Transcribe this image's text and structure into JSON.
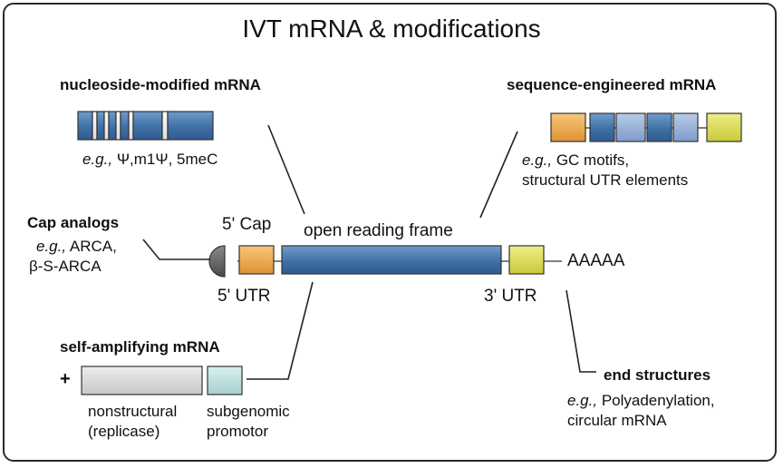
{
  "title": "IVT mRNA & modifications",
  "nucleoside": {
    "heading": "nucleoside-modified mRNA",
    "eg": "e.g.,",
    "examples": "Ψ,m1Ψ, 5meC"
  },
  "sequence": {
    "heading": "sequence-engineered mRNA",
    "eg": "e.g.,",
    "line1": "GC motifs,",
    "line2": "structural UTR elements"
  },
  "cap": {
    "heading": "Cap analogs",
    "eg": "e.g.,",
    "line1": "ARCA,",
    "line2": "β-S-ARCA"
  },
  "main": {
    "cap_label": "5' Cap",
    "orf_label": "open reading frame",
    "utr5_label": "5' UTR",
    "utr3_label": "3' UTR",
    "polya_label": "AAAAA"
  },
  "self_amp": {
    "heading": "self-amplifying mRNA",
    "plus": "+",
    "nonstructural": "nonstructural",
    "replicase": "(replicase)",
    "subgenomic": "subgenomic",
    "promotor": "promotor"
  },
  "end": {
    "heading": "end structures",
    "eg": "e.g.,",
    "line1": "Polyadenylation,",
    "line2": "circular mRNA"
  },
  "colors": {
    "orf_blue": "#3f70a6",
    "light_blue": "#8ea9d4",
    "utr5_orange": "#e9a64a",
    "utr3_yellow": "#d6d64a",
    "cap_gray": "#6b6b6b",
    "nonstructural_gray": "#d9d9d9",
    "subgenomic_teal": "#bfe0e0"
  }
}
